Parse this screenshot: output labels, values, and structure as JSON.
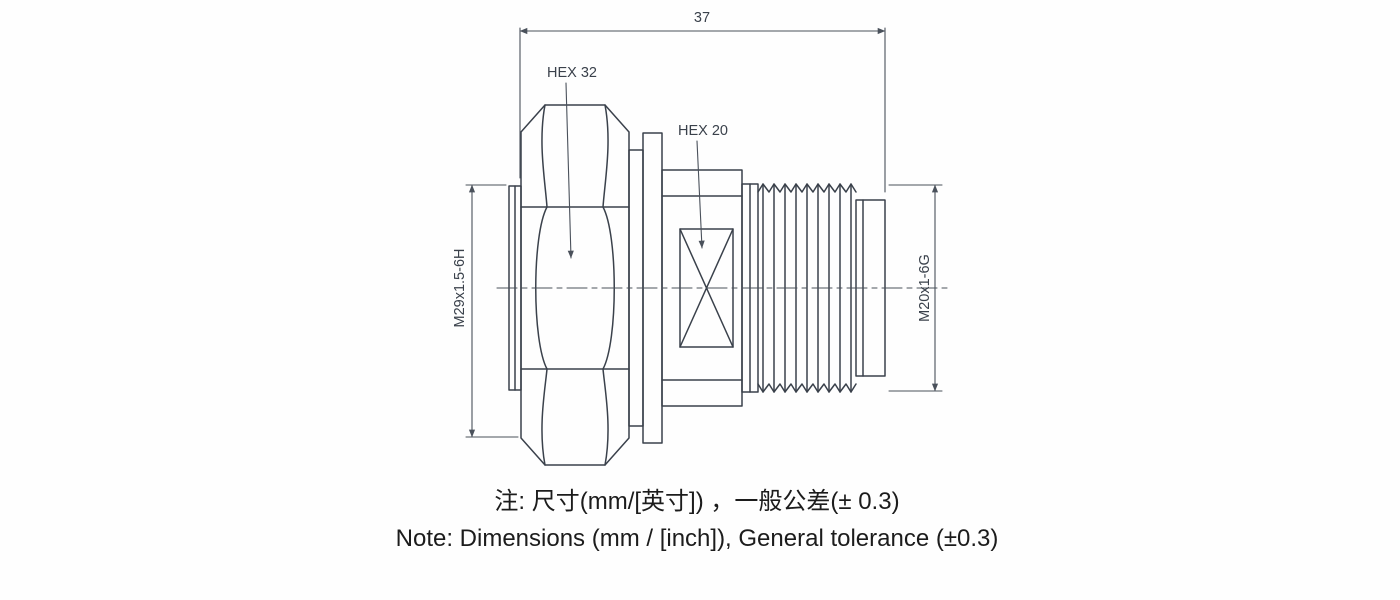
{
  "drawing": {
    "top_dimension": "37",
    "hex_large_label": "HEX 32",
    "hex_small_label": "HEX 20",
    "left_thread_label": "M29x1.5-6H",
    "right_thread_label": "M20x1-6G"
  },
  "notes": {
    "chinese": "注: 尺寸(mm/[英寸]) ，一般公差(± 0.3)",
    "english": "Note: Dimensions (mm / [inch]), General tolerance (±0.3)"
  },
  "colors": {
    "drawing_line": "#3a414b",
    "dimension_line": "#4a515b",
    "note_text": "#1c1c1c",
    "background": "#fefefe"
  }
}
